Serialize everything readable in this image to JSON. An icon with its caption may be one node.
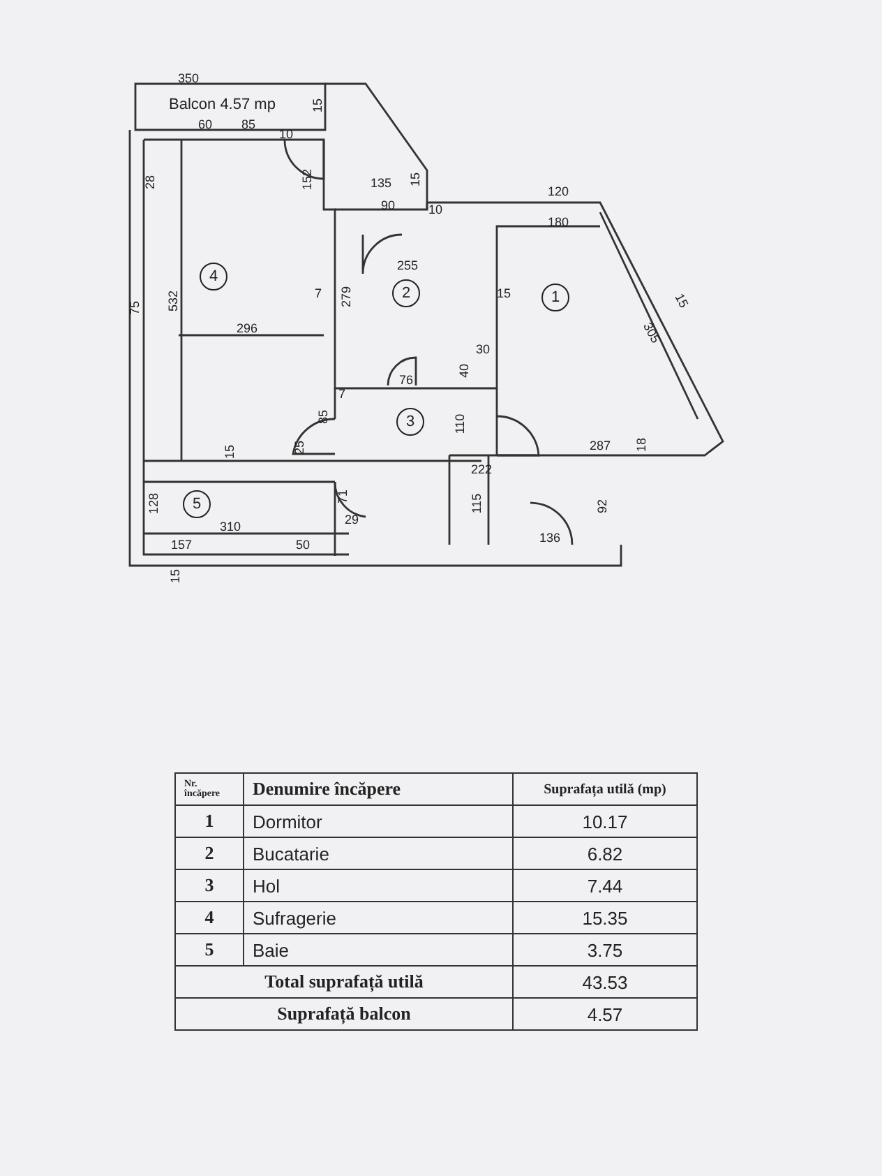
{
  "diagram": {
    "nodes": [
      {
        "text": [
          "4"
        ]
      },
      {
        "text": [
          "2"
        ]
      },
      {
        "text": [
          "1"
        ]
      },
      {
        "text": [
          "3"
        ]
      },
      {
        "text": [
          "5"
        ]
      }
    ],
    "labels": [
      "350",
      "Balcon 4.57 mp",
      "15",
      "60",
      "85",
      "10",
      "28",
      "152",
      "135",
      "15",
      "90",
      "10",
      "120",
      "180",
      "255",
      "15",
      "532",
      "75",
      "7",
      "279",
      "305",
      "15",
      "296",
      "30",
      "40",
      "76",
      "7",
      "85",
      "110",
      "15",
      "25",
      "287",
      "18",
      "222",
      "128",
      "310",
      "71",
      "29",
      "115",
      "92",
      "157",
      "50",
      "136",
      "15",
      "Nr. încăpere",
      "Denumire încăpere",
      "Suprafața utilă (mp)",
      "1",
      "Dormitor",
      "10.17",
      "2",
      "Bucatarie",
      "6.82",
      "3",
      "Hol",
      "7.44",
      "4",
      "Sufragerie",
      "15.35",
      "5",
      "Baie",
      "3.75",
      "Total suprafață utilă",
      "43.53",
      "Suprafață balcon",
      "4.57"
    ]
  }
}
